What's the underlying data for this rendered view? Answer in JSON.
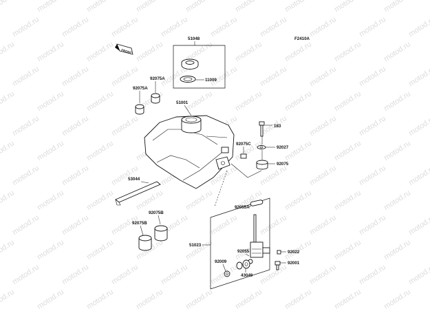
{
  "diagram": {
    "ref_code": "F2410A",
    "front_tag": "FRONT",
    "watermark": "motod.ru",
    "parts": {
      "p51048": "51048",
      "p11009": "11009",
      "p92075A_1": "92075A",
      "p92075A_2": "92075A",
      "p51001": "51001",
      "p183": "183",
      "p92075C": "92075C",
      "p92027": "92027",
      "p92075": "92075",
      "p53044": "53044",
      "p92055A": "92055A",
      "p92075B_1": "92075B",
      "p92075B_2": "92075B",
      "p51023": "51023",
      "p92022": "92022",
      "p92055": "92055",
      "p92001": "92001",
      "p92009": "92009",
      "p43049": "43049"
    }
  }
}
